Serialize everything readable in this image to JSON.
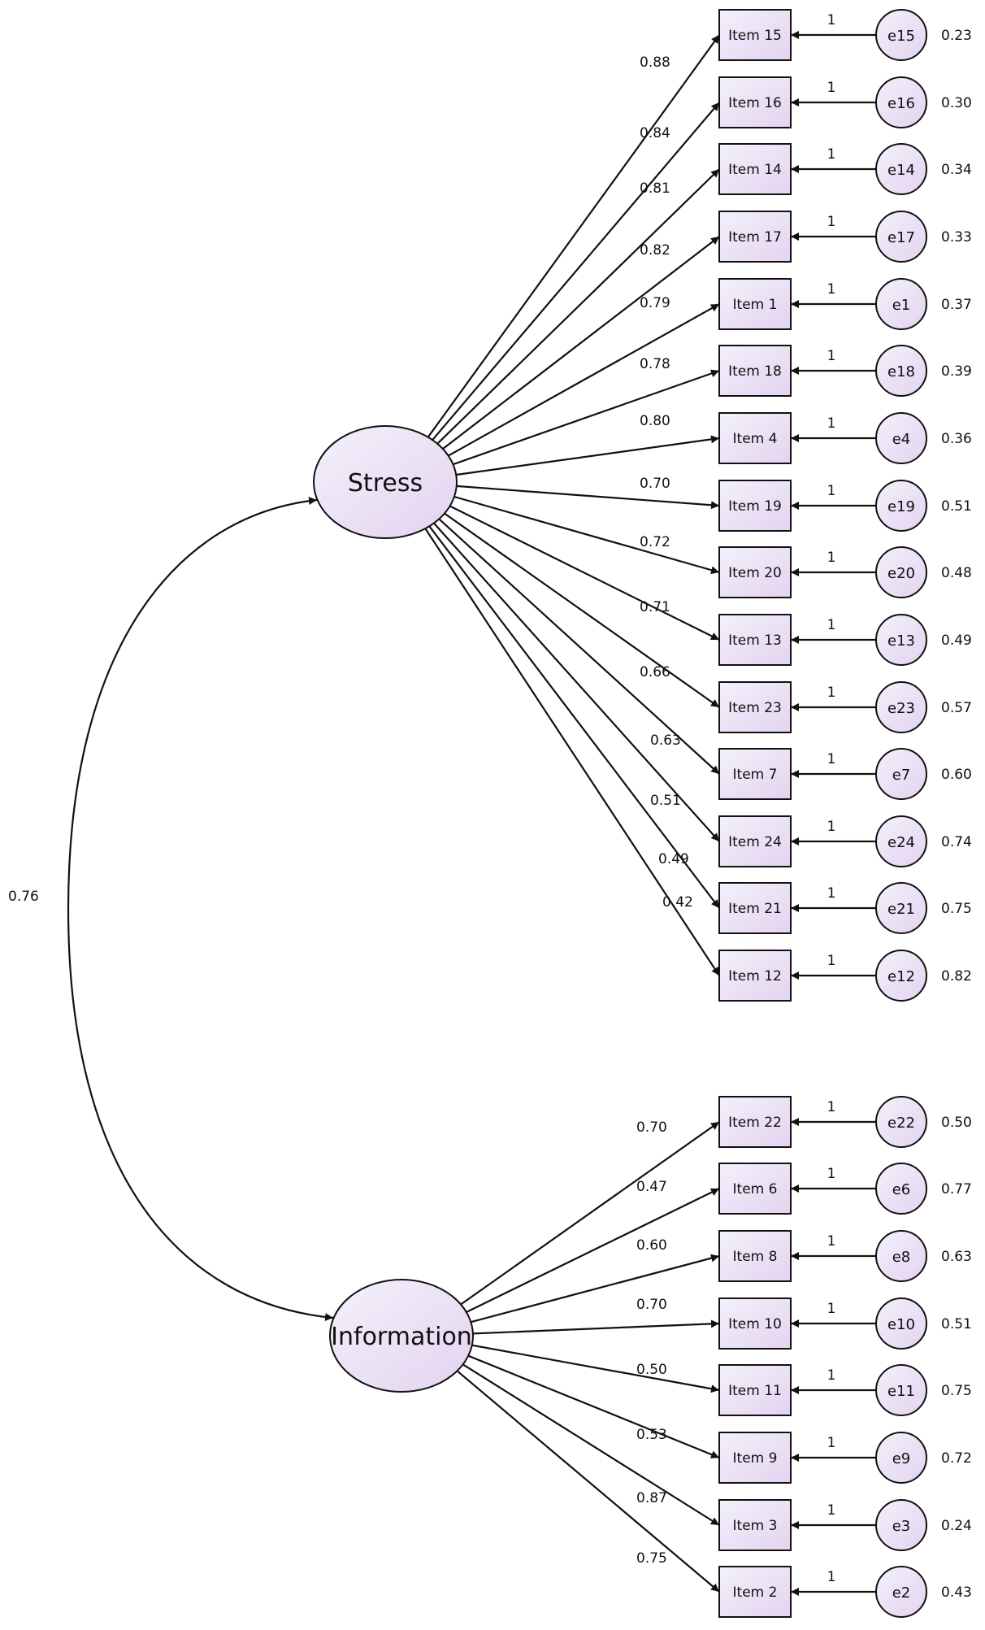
{
  "colors": {
    "node_fill_a": "#f3f1fb",
    "node_fill_b": "#e6d8f2",
    "stroke": "#111111"
  },
  "correlation": {
    "value": "0.76"
  },
  "factors": [
    {
      "name": "Stress",
      "indicators": [
        {
          "item": "Item 15",
          "loading": "0.88",
          "error": "e15",
          "fixed": "1",
          "variance": "0.23"
        },
        {
          "item": "Item 16",
          "loading": "0.84",
          "error": "e16",
          "fixed": "1",
          "variance": "0.30"
        },
        {
          "item": "Item 14",
          "loading": "0.81",
          "error": "e14",
          "fixed": "1",
          "variance": "0.34"
        },
        {
          "item": "Item 17",
          "loading": "0.82",
          "error": "e17",
          "fixed": "1",
          "variance": "0.33"
        },
        {
          "item": "Item 1",
          "loading": "0.79",
          "error": "e1",
          "fixed": "1",
          "variance": "0.37"
        },
        {
          "item": "Item 18",
          "loading": "0.78",
          "error": "e18",
          "fixed": "1",
          "variance": "0.39"
        },
        {
          "item": "Item 4",
          "loading": "0.80",
          "error": "e4",
          "fixed": "1",
          "variance": "0.36"
        },
        {
          "item": "Item 19",
          "loading": "0.70",
          "error": "e19",
          "fixed": "1",
          "variance": "0.51"
        },
        {
          "item": "Item 20",
          "loading": "0.72",
          "error": "e20",
          "fixed": "1",
          "variance": "0.48"
        },
        {
          "item": "Item 13",
          "loading": "0.71",
          "error": "e13",
          "fixed": "1",
          "variance": "0.49"
        },
        {
          "item": "Item 23",
          "loading": "0.66",
          "error": "e23",
          "fixed": "1",
          "variance": "0.57"
        },
        {
          "item": "Item 7",
          "loading": "0.63",
          "error": "e7",
          "fixed": "1",
          "variance": "0.60"
        },
        {
          "item": "Item 24",
          "loading": "0.51",
          "error": "e24",
          "fixed": "1",
          "variance": "0.74"
        },
        {
          "item": "Item 21",
          "loading": "0.49",
          "error": "e21",
          "fixed": "1",
          "variance": "0.75"
        },
        {
          "item": "Item 12",
          "loading": "0.42",
          "error": "e12",
          "fixed": "1",
          "variance": "0.82"
        }
      ]
    },
    {
      "name": "Information",
      "indicators": [
        {
          "item": "Item 22",
          "loading": "0.70",
          "error": "e22",
          "fixed": "1",
          "variance": "0.50"
        },
        {
          "item": "Item 6",
          "loading": "0.47",
          "error": "e6",
          "fixed": "1",
          "variance": "0.77"
        },
        {
          "item": "Item 8",
          "loading": "0.60",
          "error": "e8",
          "fixed": "1",
          "variance": "0.63"
        },
        {
          "item": "Item 10",
          "loading": "0.70",
          "error": "e10",
          "fixed": "1",
          "variance": "0.51"
        },
        {
          "item": "Item 11",
          "loading": "0.50",
          "error": "e11",
          "fixed": "1",
          "variance": "0.75"
        },
        {
          "item": "Item 9",
          "loading": "0.53",
          "error": "e9",
          "fixed": "1",
          "variance": "0.72"
        },
        {
          "item": "Item 3",
          "loading": "0.87",
          "error": "e3",
          "fixed": "1",
          "variance": "0.24"
        },
        {
          "item": "Item 2",
          "loading": "0.75",
          "error": "e2",
          "fixed": "1",
          "variance": "0.43"
        }
      ]
    }
  ]
}
